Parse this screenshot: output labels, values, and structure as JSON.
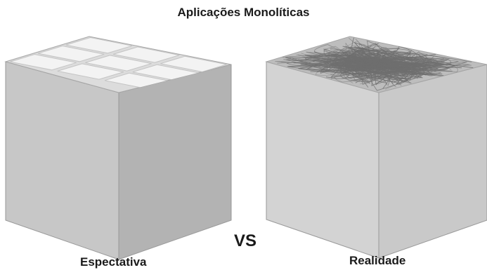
{
  "title": "Aplicações Monolíticas",
  "left": {
    "caption": "Espectativa"
  },
  "right": {
    "caption": "Realidade"
  },
  "vs": "VS",
  "colors": {
    "cube_front": "#c7c7c7",
    "cube_side": "#b3b3b3",
    "cube_top": "#dcdcdc",
    "tile_fill": "#f3f3f3",
    "tile_stroke": "#c4c4c4",
    "tangle_stroke": "#6f6f6f"
  }
}
